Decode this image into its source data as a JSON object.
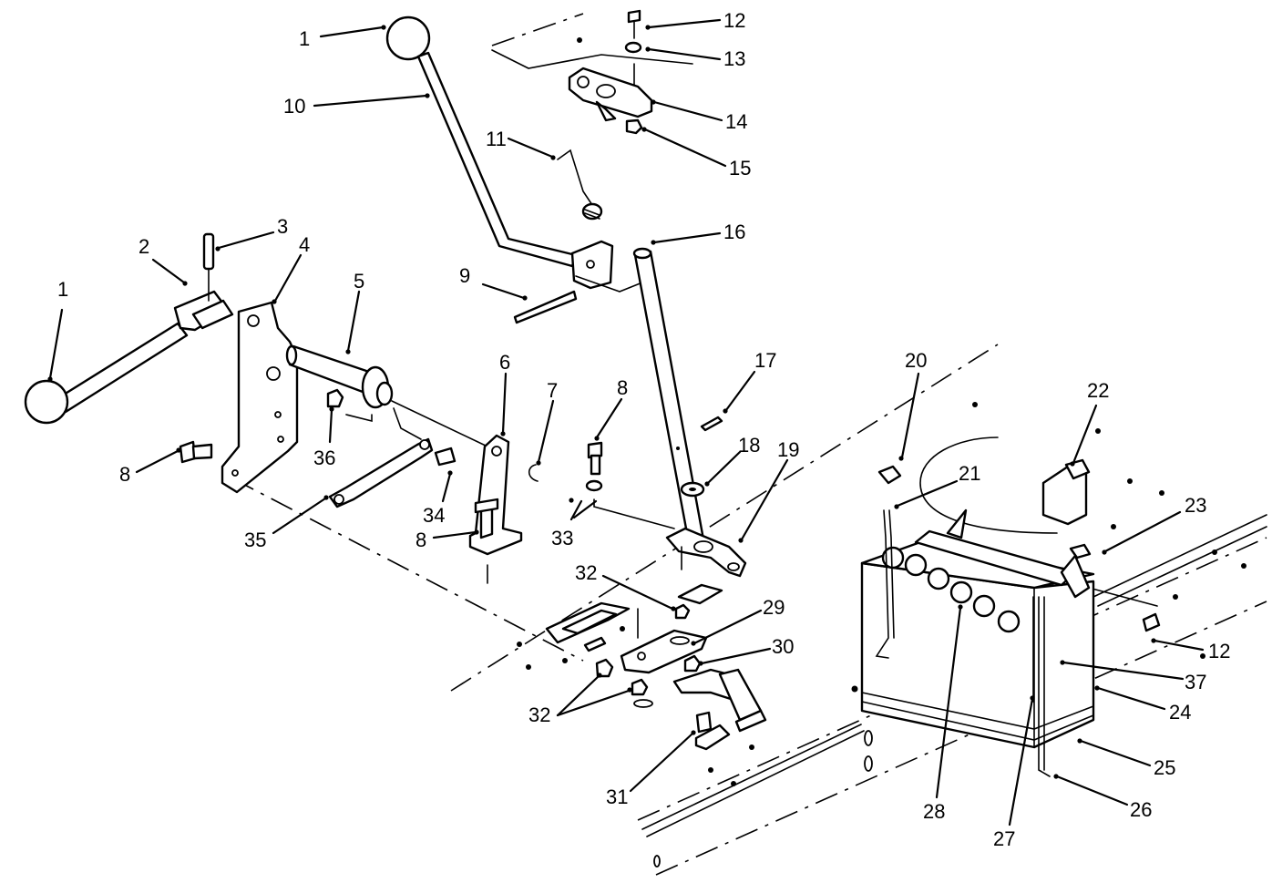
{
  "callouts": [
    {
      "id": "c1a",
      "text": "1"
    },
    {
      "id": "c1b",
      "text": "1"
    },
    {
      "id": "c2",
      "text": "2"
    },
    {
      "id": "c3",
      "text": "3"
    },
    {
      "id": "c4",
      "text": "4"
    },
    {
      "id": "c5",
      "text": "5"
    },
    {
      "id": "c6",
      "text": "6"
    },
    {
      "id": "c7",
      "text": "7"
    },
    {
      "id": "c8a",
      "text": "8"
    },
    {
      "id": "c8b",
      "text": "8"
    },
    {
      "id": "c8c",
      "text": "8"
    },
    {
      "id": "c9",
      "text": "9"
    },
    {
      "id": "c10",
      "text": "10"
    },
    {
      "id": "c11",
      "text": "11"
    },
    {
      "id": "c12a",
      "text": "12"
    },
    {
      "id": "c12b",
      "text": "12"
    },
    {
      "id": "c13",
      "text": "13"
    },
    {
      "id": "c14",
      "text": "14"
    },
    {
      "id": "c15",
      "text": "15"
    },
    {
      "id": "c16",
      "text": "16"
    },
    {
      "id": "c17",
      "text": "17"
    },
    {
      "id": "c18",
      "text": "18"
    },
    {
      "id": "c19",
      "text": "19"
    },
    {
      "id": "c20",
      "text": "20"
    },
    {
      "id": "c21",
      "text": "21"
    },
    {
      "id": "c22",
      "text": "22"
    },
    {
      "id": "c23",
      "text": "23"
    },
    {
      "id": "c24",
      "text": "24"
    },
    {
      "id": "c25",
      "text": "25"
    },
    {
      "id": "c26",
      "text": "26"
    },
    {
      "id": "c27",
      "text": "27"
    },
    {
      "id": "c28",
      "text": "28"
    },
    {
      "id": "c29",
      "text": "29"
    },
    {
      "id": "c30",
      "text": "30"
    },
    {
      "id": "c31",
      "text": "31"
    },
    {
      "id": "c32a",
      "text": "32"
    },
    {
      "id": "c32b",
      "text": "32"
    },
    {
      "id": "c33",
      "text": "33"
    },
    {
      "id": "c34",
      "text": "34"
    },
    {
      "id": "c35",
      "text": "35"
    },
    {
      "id": "c36",
      "text": "36"
    },
    {
      "id": "c37",
      "text": "37"
    }
  ]
}
